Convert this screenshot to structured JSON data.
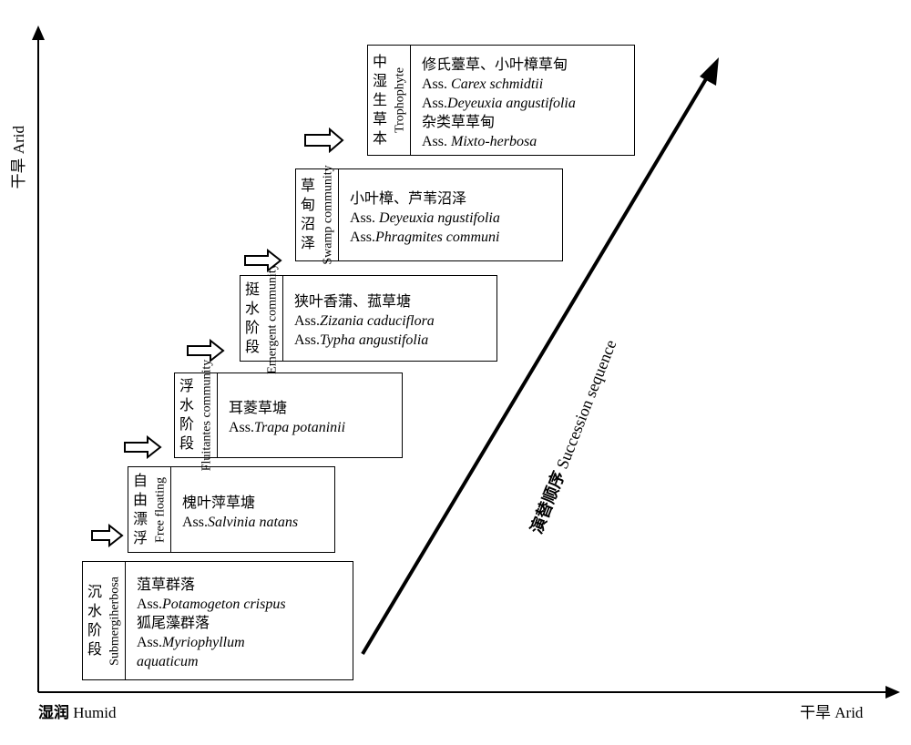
{
  "axes": {
    "x_left_zh": "湿润",
    "x_left_en": "Humid",
    "x_right": "干旱 Arid",
    "y_label": "干旱 Arid"
  },
  "succession": {
    "zh": "演替顺序",
    "en": "Succession sequence"
  },
  "stages": [
    {
      "zh_chars": [
        "沉",
        "水",
        "阶",
        "段"
      ],
      "en": "Submergiherbosa",
      "lines": [
        {
          "text": "菹草群落"
        },
        {
          "prefix": "Ass.",
          "italic": "Potamogeton crispus"
        },
        {
          "text": "狐尾藻群落"
        },
        {
          "prefix": "Ass.",
          "italic": "Myriophyllum"
        },
        {
          "prefix": "",
          "italic": "aquaticum"
        }
      ]
    },
    {
      "zh_chars": [
        "自",
        "由",
        "漂",
        "浮"
      ],
      "en": "Free floating",
      "lines": [
        {
          "text": "槐叶萍草塘"
        },
        {
          "prefix": "Ass.",
          "italic": "Salvinia natans"
        }
      ]
    },
    {
      "zh_chars": [
        "浮",
        "水",
        "阶",
        "段"
      ],
      "en": "Fluitantes community",
      "lines": [
        {
          "text": "耳菱草塘"
        },
        {
          "prefix": "Ass.",
          "italic": "Trapa potaninii"
        }
      ]
    },
    {
      "zh_chars": [
        "挺",
        "水",
        "阶",
        "段"
      ],
      "en": "Emergent community",
      "lines": [
        {
          "text": "狭叶香蒲、菰草塘"
        },
        {
          "prefix": "Ass.",
          "italic": "Zizania caduciflora"
        },
        {
          "prefix": "Ass.",
          "italic": "Typha angustifolia"
        }
      ]
    },
    {
      "zh_chars": [
        "草",
        "甸",
        "沼",
        "泽"
      ],
      "en": "Swamp community",
      "lines": [
        {
          "text": "小叶樟、芦苇沼泽"
        },
        {
          "prefix": "Ass. ",
          "italic": "Deyeuxia ngustifolia"
        },
        {
          "prefix": "Ass.",
          "italic": "Phragmites communi"
        }
      ]
    },
    {
      "zh_chars": [
        "中",
        "湿",
        "生",
        "草",
        "本"
      ],
      "en": "Trophophyte",
      "lines": [
        {
          "text": "修氏薹草、小叶樟草甸"
        },
        {
          "prefix": "Ass. ",
          "italic": "Carex schmidtii"
        },
        {
          "prefix": "Ass.",
          "italic": "Deyeuxia angustifolia"
        },
        {
          "text": "杂类草草甸"
        },
        {
          "prefix": "Ass. ",
          "italic": "Mixto-herbosa"
        }
      ]
    }
  ]
}
